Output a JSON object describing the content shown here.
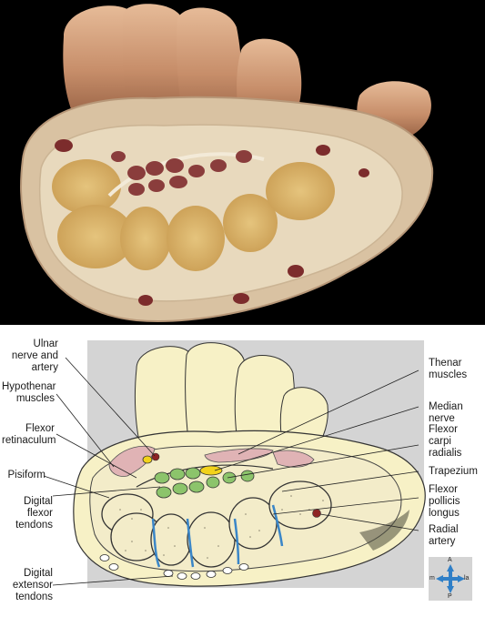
{
  "labels": {
    "ulnar_nerve_artery": "Ulnar\nnerve and\nartery",
    "hypothenar_muscles": "Hypothenar\nmuscles",
    "flexor_retinaculum": "Flexor\nretinaculum",
    "pisiform": "Pisiform",
    "digital_flexor_tendons": "Digital\nflexor\ntendons",
    "digital_extensor_tendons": "Digital\nextensor\ntendons",
    "thenar_muscles": "Thenar\nmuscles",
    "median_nerve": "Median nerve",
    "flexor_carpi_radialis": "Flexor\ncarpi\nradialis",
    "trapezium": "Trapezium",
    "flexor_pollicis_longus": "Flexor\npollicis\nlongus",
    "radial_artery": "Radial\nartery"
  },
  "orientation": {
    "top": "A",
    "bottom": "P",
    "left": "m",
    "right": "la"
  },
  "colors": {
    "photo_background": "#000000",
    "diagram_background": "#d4d4d4",
    "hand_outline_fill": "#f7f1c6",
    "bone_fill": "#f3ecc9",
    "muscle_pink": "#e0b3b5",
    "tendon_green": "#8cc46b",
    "nerve_yellow": "#f2d21b",
    "synovial_blue": "#3a86c8",
    "artery_red": "#8e2424"
  }
}
